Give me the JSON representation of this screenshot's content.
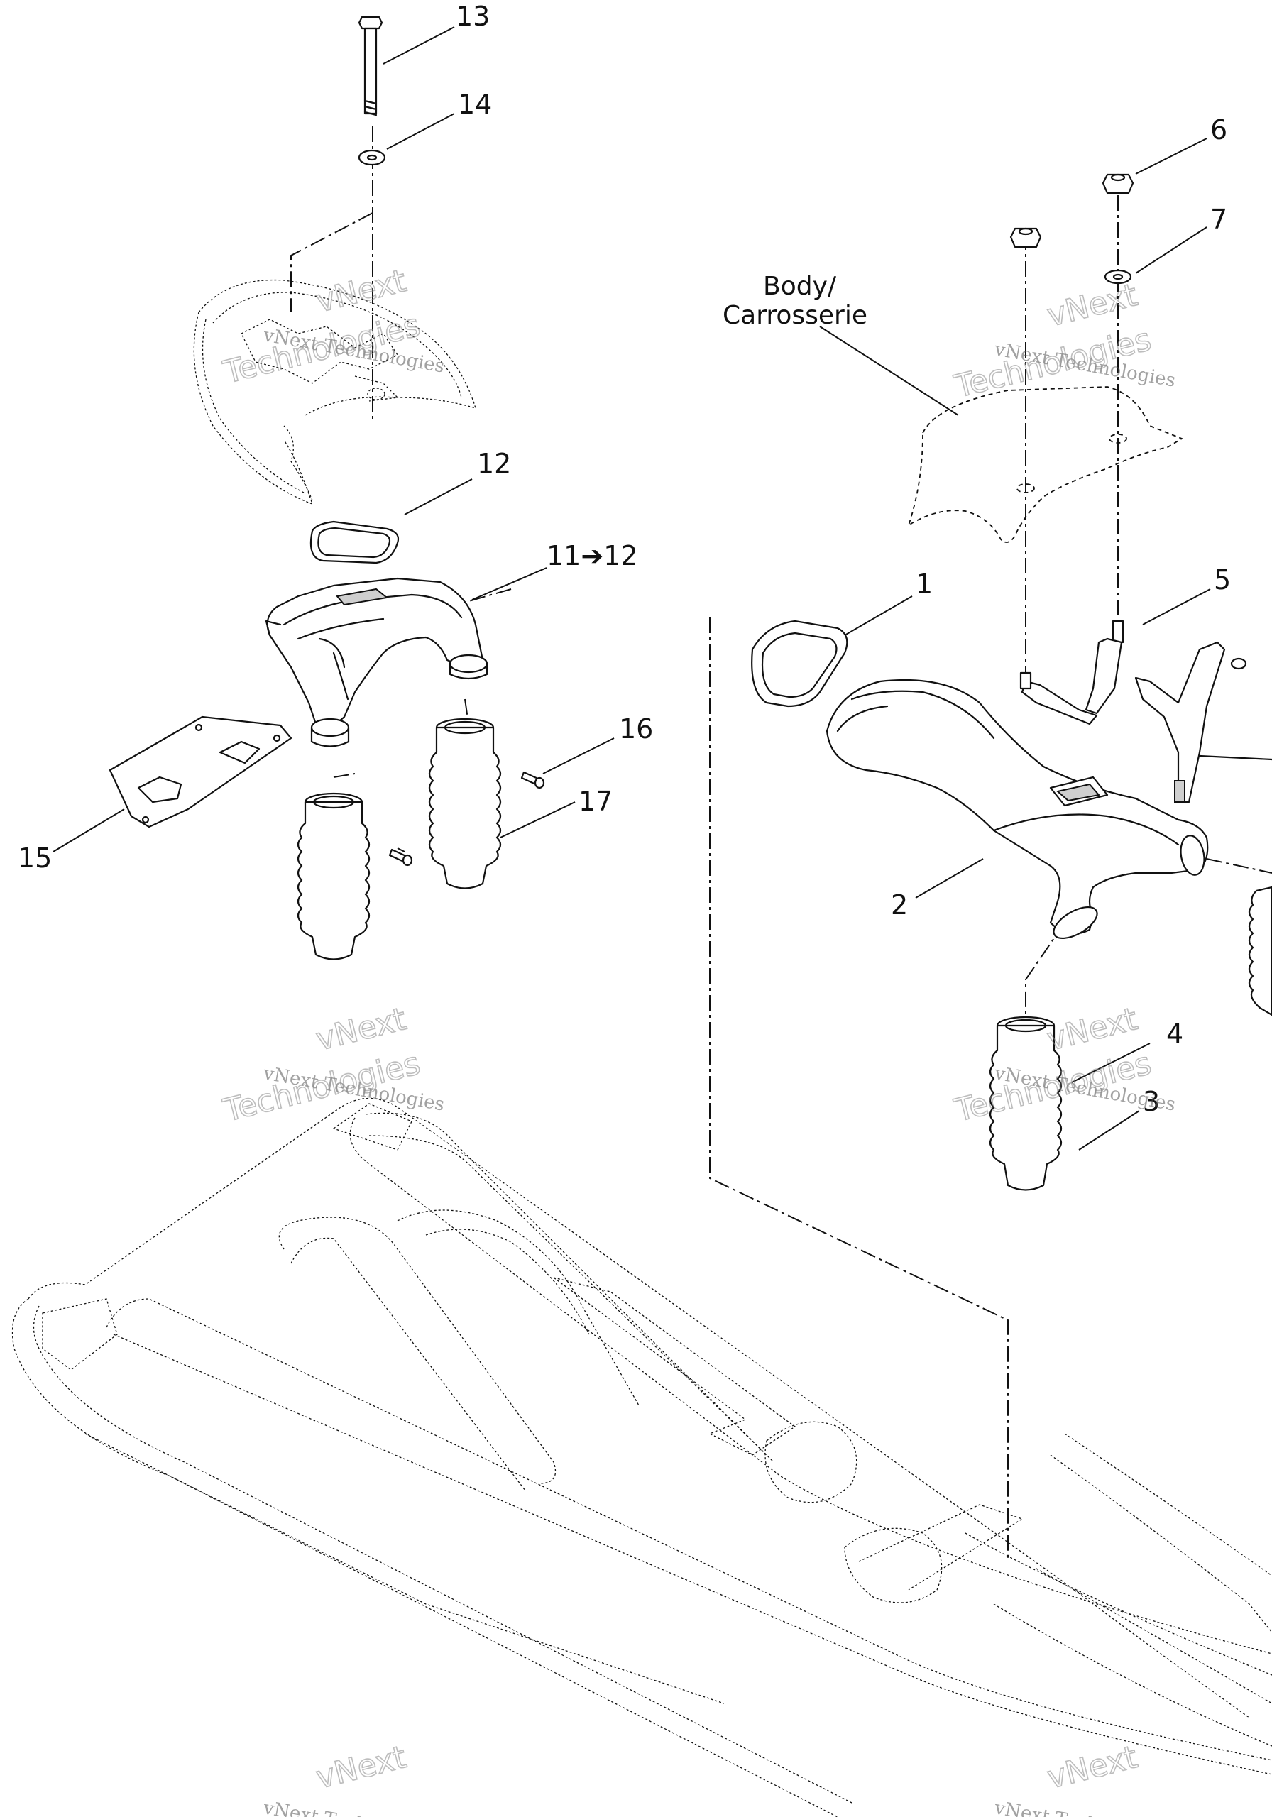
{
  "callouts": {
    "c13": "13",
    "c14": "14",
    "c12": "12",
    "c11": "11➔12",
    "c15": "15",
    "c16": "16",
    "c17": "17",
    "c6": "6",
    "c7": "7",
    "c5": "5",
    "c1": "1",
    "c2": "2",
    "c4": "4",
    "c3": "3"
  },
  "body_label": {
    "line1": "Body/",
    "line2": "Carrosserie"
  },
  "watermark": {
    "line_a": "vNext Technologies",
    "line_b1": "vNext",
    "line_b2": "Technologies"
  }
}
